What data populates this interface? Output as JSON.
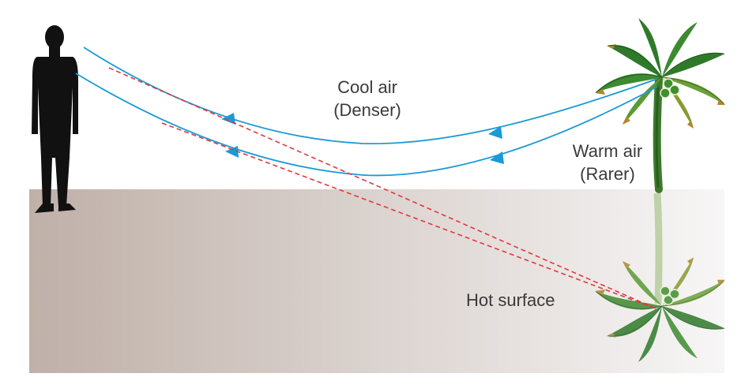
{
  "labels": {
    "cool_air_line1": "Cool air",
    "cool_air_line2": "(Denser)",
    "warm_air_line1": "Warm air",
    "warm_air_line2": "(Rarer)",
    "hot_surface": "Hot surface"
  },
  "colors": {
    "light_ray": "#1a9ad6",
    "arrow": "#1a9ad6",
    "apparent_ray": "#e0393f",
    "ground_dark": "#bfb0a8",
    "ground_light": "#f7f6f6",
    "silhouette": "#111111",
    "palm_leaf_dark": "#2f7a2a",
    "palm_leaf_light": "#6aa13a",
    "palm_leaf_tip": "#b0872c",
    "palm_trunk": "#3b7a2a",
    "coconut": "#3f8f2f"
  },
  "icons": {
    "observer": "person-silhouette-icon",
    "tree": "palm-tree-icon",
    "reflection": "palm-tree-reflection-icon"
  }
}
